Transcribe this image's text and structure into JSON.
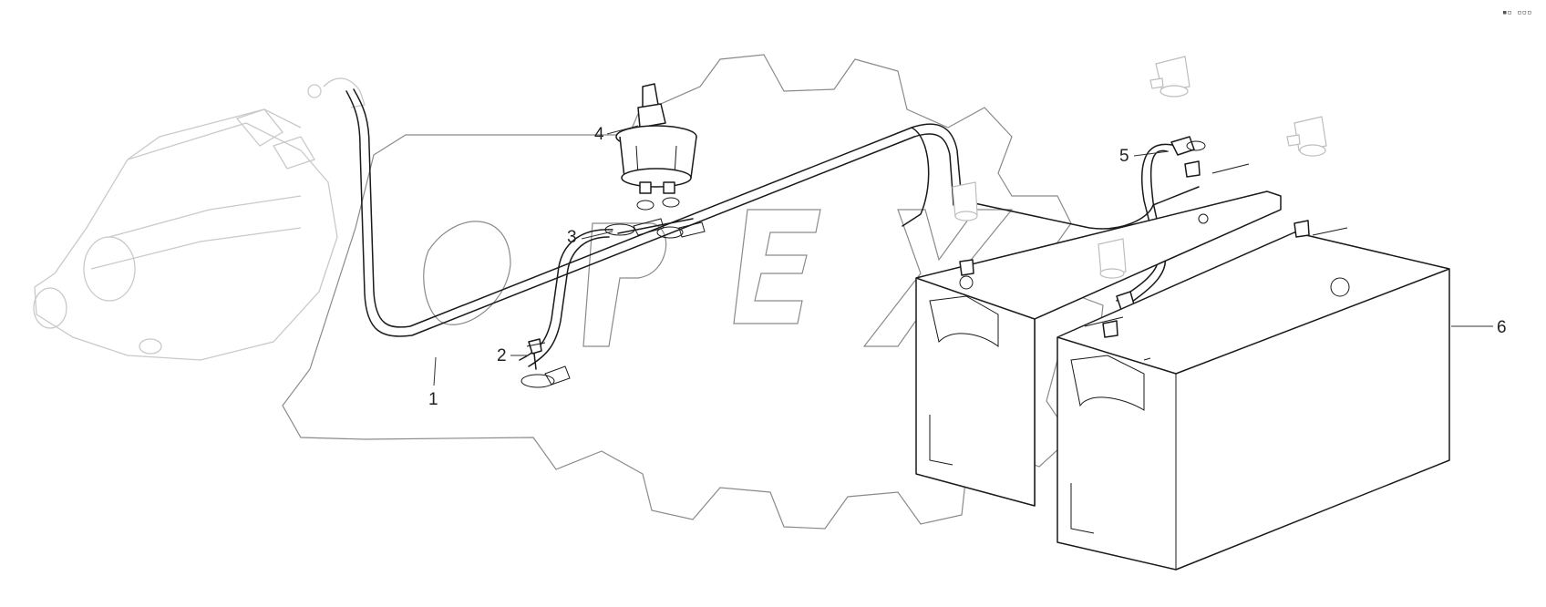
{
  "corner_mark": "▪▫ ▫▫▫",
  "callouts": [
    {
      "number": "1",
      "part": "cable"
    },
    {
      "number": "2",
      "part": "bolt"
    },
    {
      "number": "3",
      "part": "cable"
    },
    {
      "number": "4",
      "part": "battery-switch"
    },
    {
      "number": "5",
      "part": "jumper-cable"
    },
    {
      "number": "6",
      "part": "battery"
    }
  ],
  "colors": {
    "line": "#1a1a1a",
    "ghost": "#c9c9c9",
    "watermark": "#8a8a8a",
    "background": "#ffffff"
  }
}
